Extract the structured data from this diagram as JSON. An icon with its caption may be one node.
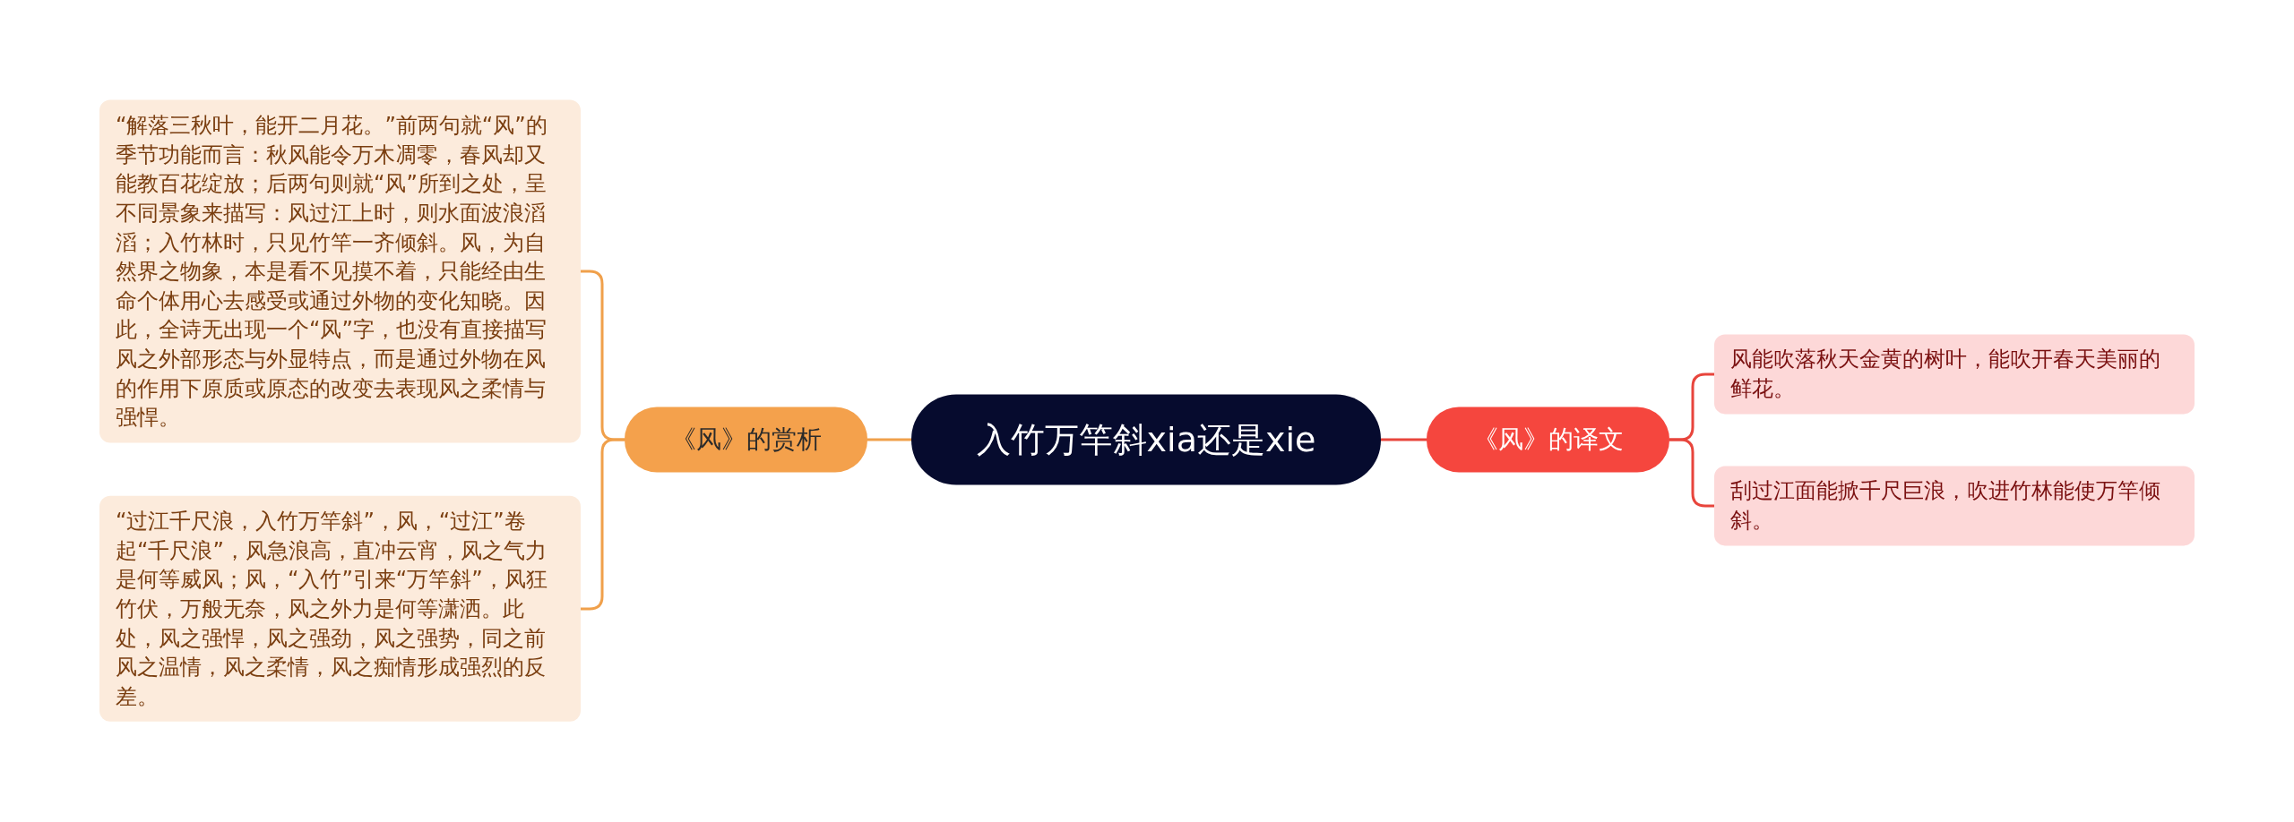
{
  "diagram": {
    "nodes": [
      {
        "text": [
          "入竹万竿斜xia还是xie"
        ]
      },
      {
        "text": [
          "《风》的赏析"
        ]
      },
      {
        "text": [
          "“解落三秋叶，能开二月花。”前两句就“风”的季节功能而言：秋风能令万木凋零，春风却又能教百花绽放；后两句则就“风”所到之处，呈不同景象来描写：风过江上时，则水面波浪滔滔；入竹林时，只见竹竿一齐倾斜。风，为自然界之物象，本是看不见摸不着，只能经由生命个体用心去感受或通过外物的变化知晓。因此，全诗无出现一个“风”字，也没有直接描写风之外部形态与外显特点，而是通过外物在风的作用下原质或原态的改变去表现风之柔情与强悍。"
        ]
      },
      {
        "text": [
          "“过江千尺浪，入竹万竿斜”，风，“过江”卷起“千尺浪”，风急浪高，直冲云宵，风之气力是何等威风；风，“入竹”引来“万竿斜”，风狂竹伏，万般无奈，风之外力是何等潇洒。此处，风之强悍，风之强劲，风之强势，同之前风之温情，风之柔情，风之痴情形成强烈的反差。"
        ]
      },
      {
        "text": [
          "《风》的译文"
        ]
      },
      {
        "text": [
          "风能吹落秋天金黄的树叶，能吹开春天美丽的鲜花。"
        ]
      },
      {
        "text": [
          "刮过江面能掀千尺巨浪，吹进竹林能使万竿倾斜。"
        ]
      }
    ],
    "edges": [
      {
        "from": 0,
        "to": 1,
        "arrow": "none",
        "color": "#f0a04b"
      },
      {
        "from": 1,
        "to": 2,
        "arrow": "none",
        "color": "#f0a04b"
      },
      {
        "from": 1,
        "to": 3,
        "arrow": "none",
        "color": "#f0a04b"
      },
      {
        "from": 0,
        "to": 4,
        "arrow": "none",
        "color": "#e8453c"
      },
      {
        "from": 4,
        "to": 5,
        "arrow": "none",
        "color": "#e8453c"
      },
      {
        "from": 4,
        "to": 6,
        "arrow": "none",
        "color": "#e8453c"
      }
    ]
  }
}
